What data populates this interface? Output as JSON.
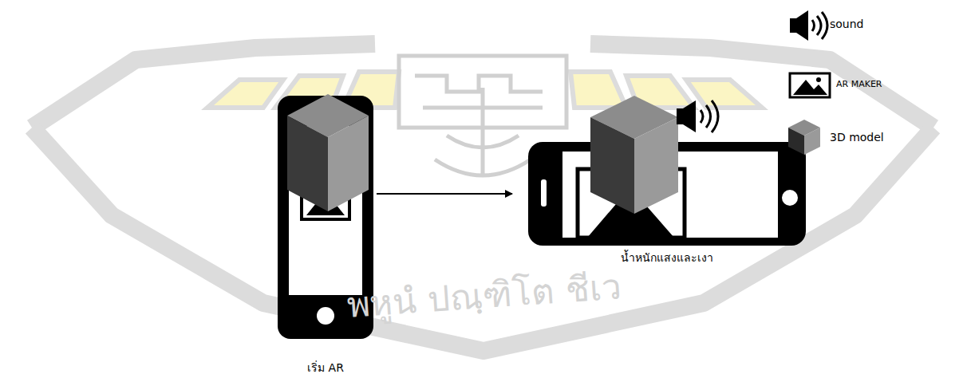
{
  "diagram": {
    "nodes": [
      {
        "text": [
          "เริ่ม AR"
        ]
      },
      {
        "text": [
          "น้ำหนักแสงและเงา"
        ]
      }
    ],
    "edges": [
      {
        "from": 0,
        "to": 1,
        "arrow": "to"
      }
    ],
    "labels": [
      "พหูนํ ปณฺฑิโต ชีเว"
    ],
    "legend": [
      {
        "text": "sound"
      },
      {
        "text": "AR MAKER"
      },
      {
        "text": "3D model"
      }
    ]
  }
}
